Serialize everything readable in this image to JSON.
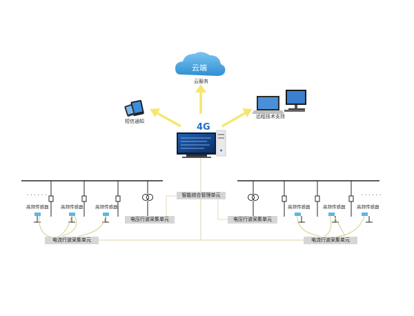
{
  "cloud": {
    "inner": "云端",
    "caption": "云服务"
  },
  "sms": {
    "caption": "短信通知"
  },
  "remote": {
    "caption": "远程技术支持"
  },
  "server": {
    "badge": "4G"
  },
  "boxes": {
    "management": "智能综合管理单元",
    "voltage_left": "电压行波采集单元",
    "voltage_right": "电压行波采集单元",
    "current_left": "电流行波采集单元",
    "current_right": "电流行波采集单元"
  },
  "sensors": {
    "label": "高频传感器"
  },
  "ellipsis": "......",
  "colors": {
    "arrow": "#f7e66d",
    "cloud": "#4da6e0",
    "wire": "#d9cc8a",
    "sensor": "#5bb8e6",
    "box": "#d6d6d6"
  }
}
